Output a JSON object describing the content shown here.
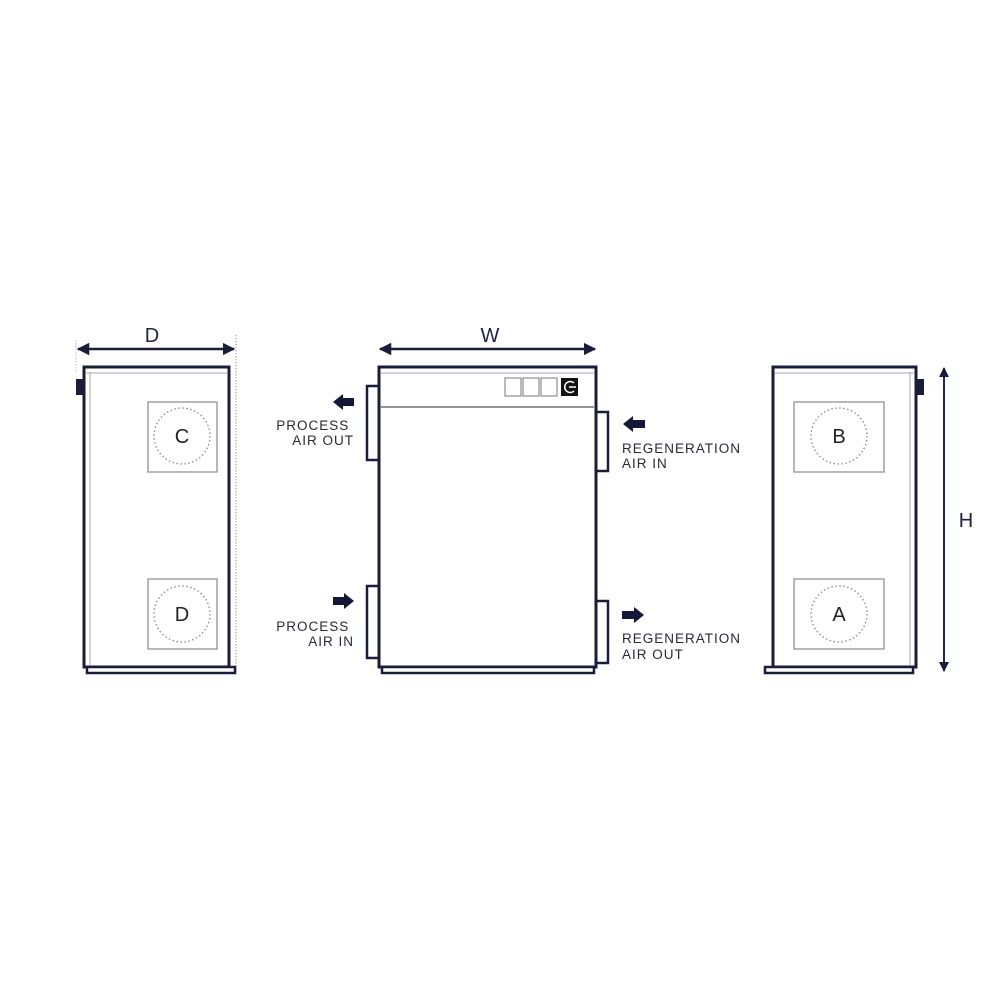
{
  "colors": {
    "outline": "#1a1d3a",
    "panel": "#888888",
    "dimension": "#1a2a5e"
  },
  "dimensions": {
    "depth": "D",
    "width": "W",
    "height": "H"
  },
  "side_view_left": {
    "ports": [
      "C",
      "D"
    ]
  },
  "side_view_right": {
    "ports": [
      "B",
      "A"
    ]
  },
  "front_view": {
    "labels": {
      "process_air_out": [
        "PROCESS",
        "AIR OUT"
      ],
      "process_air_in": [
        "PROCESS",
        "AIR IN"
      ],
      "regeneration_air_in": [
        "REGENERATION",
        "AIR IN"
      ],
      "regeneration_air_out": [
        "REGENERATION",
        "AIR OUT"
      ]
    },
    "control_panel_icons": [
      "square",
      "square",
      "square",
      "power-icon"
    ]
  }
}
